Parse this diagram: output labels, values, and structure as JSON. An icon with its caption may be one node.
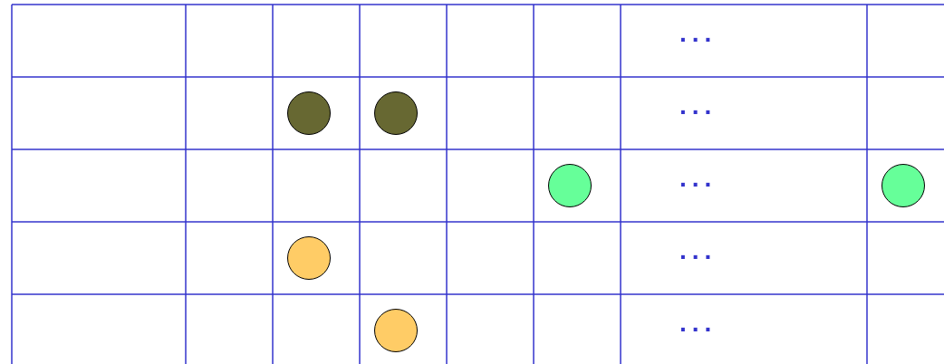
{
  "diagram": {
    "nodes": [
      {
        "text": [],
        "shape": "circle"
      },
      {
        "text": [],
        "shape": "circle"
      },
      {
        "text": [],
        "shape": "circle"
      },
      {
        "text": [],
        "shape": "circle"
      },
      {
        "text": [],
        "shape": "circle"
      },
      {
        "text": [],
        "shape": "circle"
      }
    ],
    "labels": [
      "...",
      "...",
      "...",
      "...",
      "..."
    ]
  }
}
